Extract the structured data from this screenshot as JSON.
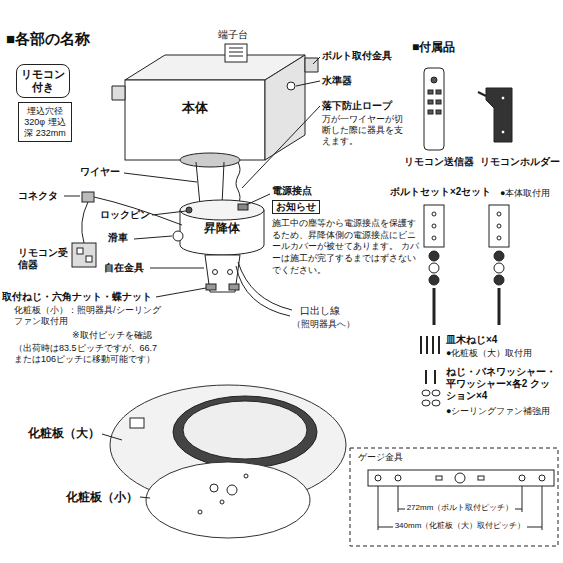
{
  "diagram": {
    "title": "■各部の名称",
    "nodes": [
      {
        "text": [
          "リモコン付き"
        ]
      },
      {
        "text": [
          "埋込穴径 320φ 埋込深 232mm"
        ]
      },
      {
        "text": [
          "本体"
        ]
      },
      {
        "text": [
          "昇降体"
        ]
      },
      {
        "text": [
          "お知らせ",
          "施工中の塵等から電源接点を保護するため、昇降体側の電源接点にビニールカバーが被せてあります。 カバーは施工が完了するまではずさないでください。"
        ]
      }
    ],
    "labels": [
      "端子台",
      "ボルト取付金具",
      "水準器",
      "落下防止ロープ",
      "万が一ワイヤーが切断した際に器具を支えます。",
      "ワイヤー",
      "電源接点",
      "コネクタ",
      "ロックピン",
      "滑車",
      "リモコン受信器",
      "自在金具",
      "取付ねじ・六角ナット・蝶ナット",
      "化粧板（小）：照明器具/シーリングファン取付用",
      "※取付ピッチを確認",
      "（出荷時は83.5ピッチですが、66.7または106ピッチに移動可能です）",
      "口出し線",
      "（照明器具へ）",
      "化粧板（大）",
      "化粧板（小）",
      "■付属品",
      "リモコン送信器",
      "リモコンホルダー",
      "ボルトセット×2セット",
      "●本体取付用",
      "皿木ねじ×4",
      "●化粧板（大）取付用",
      "ねじ・バネワッシャー・平ワッシャー×各2 クッション×4",
      "●シーリングファン補強用",
      "ゲージ金具",
      "272mm（ボルト取付ピッチ）",
      "340mm（化粧板（大）取付ピッチ）"
    ]
  }
}
